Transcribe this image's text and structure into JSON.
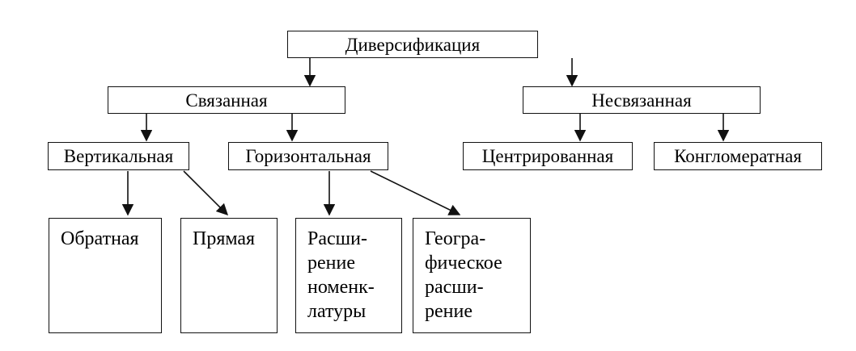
{
  "diagram": {
    "root": {
      "label": "Диверсификация"
    },
    "related": {
      "label": "Связанная",
      "vertical": {
        "label": "Вертикальная",
        "children": [
          {
            "lines": [
              "Обратная"
            ]
          },
          {
            "lines": [
              "Прямая"
            ]
          }
        ]
      },
      "horizontal": {
        "label": "Горизонтальная",
        "children": [
          {
            "lines": [
              "Расши-",
              "рение",
              "номенк-",
              "латуры"
            ]
          },
          {
            "lines": [
              "Геогра-",
              "фическое",
              "расши-",
              "рение"
            ]
          }
        ]
      }
    },
    "unrelated": {
      "label": "Несвязанная",
      "children": [
        {
          "label": "Центрированная"
        },
        {
          "label": "Конгломератная"
        }
      ]
    },
    "colors": {
      "stroke": "#111111",
      "background": "#ffffff",
      "text": "#000000"
    }
  }
}
